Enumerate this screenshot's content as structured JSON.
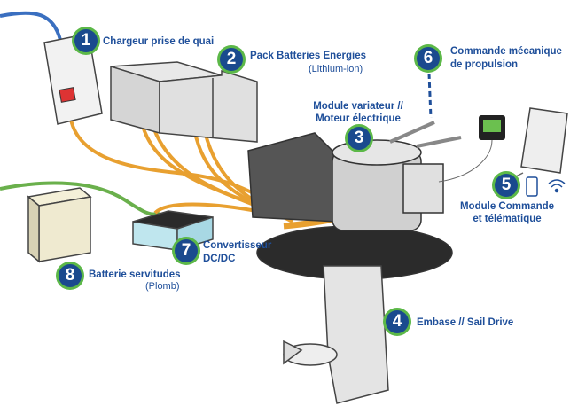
{
  "components": [
    {
      "num": "1",
      "label": "Chargeur prise de quai"
    },
    {
      "num": "2",
      "label": "Pack Batteries Energies",
      "sub": "(Lithium-ion)"
    },
    {
      "num": "3",
      "label_line1": "Module variateur //",
      "label_line2": "Moteur électrique"
    },
    {
      "num": "4",
      "label": "Embase // Sail Drive"
    },
    {
      "num": "5",
      "label_line1": "Module Commande",
      "label_line2": "et télématique"
    },
    {
      "num": "6",
      "label_line1": "Commande mécanique",
      "label_line2": "de propulsion"
    },
    {
      "num": "7",
      "label_line1": "Convertisseur",
      "label_line2": "DC/DC"
    },
    {
      "num": "8",
      "label": "Batterie servitudes",
      "sub": "(Plomb)"
    }
  ],
  "colors": {
    "badge": "#1a4a8e",
    "ring": "#5cb848",
    "text": "#1f4f9a",
    "cable_power": "#e8a030",
    "cable_shore": "#3a6fc0",
    "cable_service": "#6ab04c"
  }
}
